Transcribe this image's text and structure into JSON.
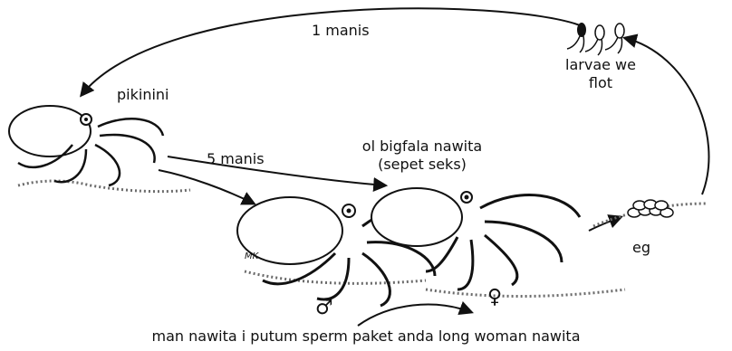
{
  "diagram": {
    "labels": {
      "one_month": "1 manis",
      "juvenile": "pikinini",
      "larvae_line1": "larvae we",
      "larvae_line2": "flot",
      "five_months": "5 manis",
      "adults_line1": "ol bigfala nawita",
      "adults_line2": "(sepet seks)",
      "eggs": "eg",
      "mating_caption": "man nawita i putum sperm paket anda long woman nawita",
      "artist_initials": "MK"
    },
    "symbols": {
      "male": "♂",
      "female": "♀"
    },
    "colors": {
      "ink": "#111111",
      "body": "#ffffff",
      "sand": "#6b6b6b"
    }
  }
}
